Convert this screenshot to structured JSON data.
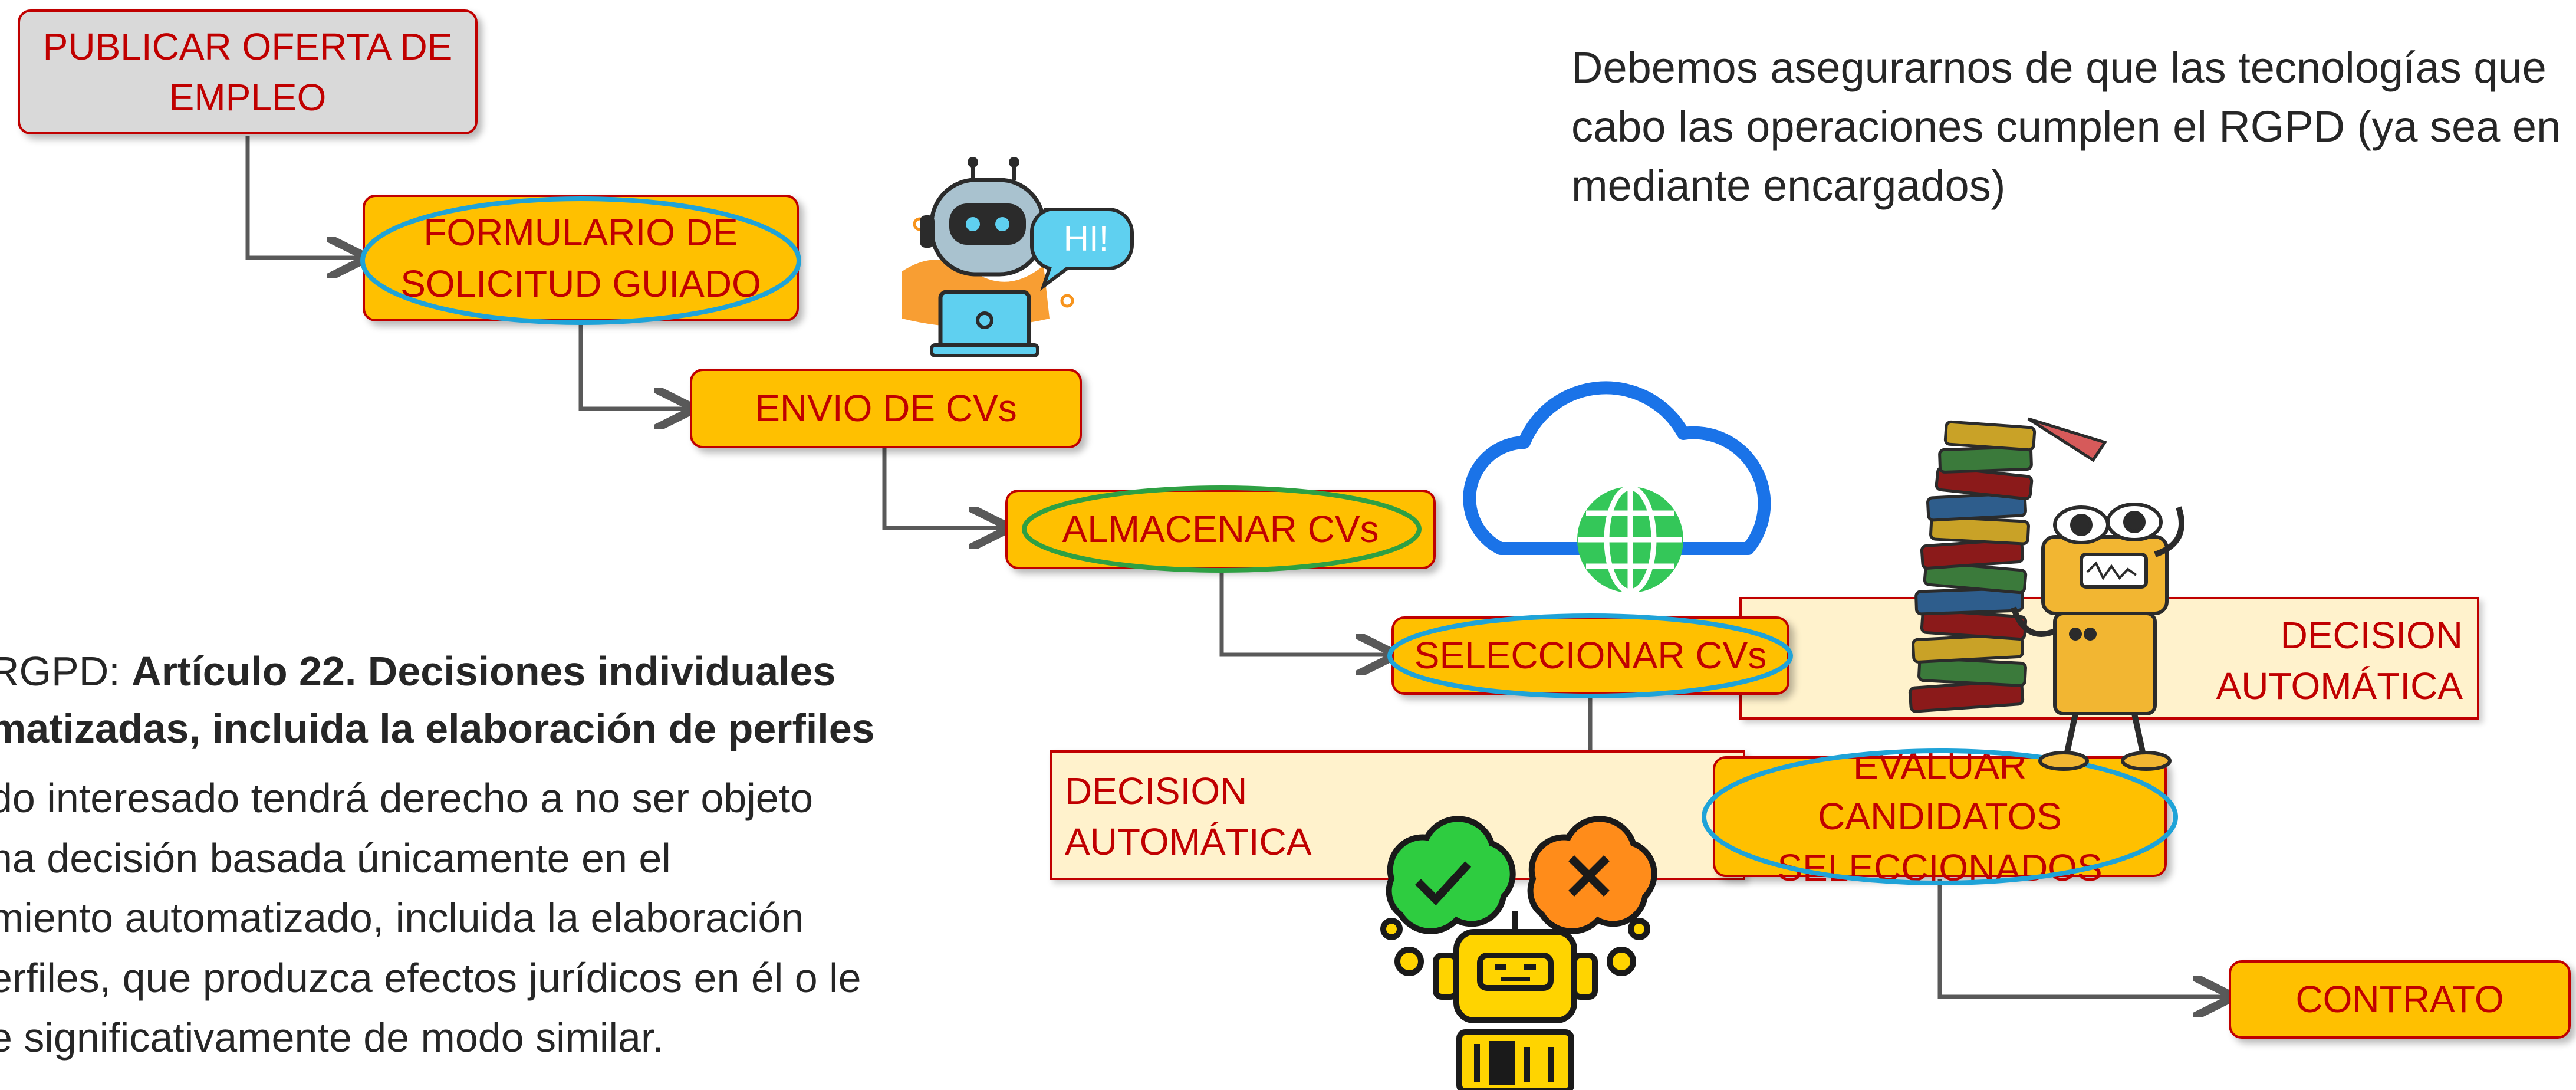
{
  "nodes": {
    "publicar": "PUBLICAR OFERTA DE EMPLEO",
    "formulario": "FORMULARIO DE SOLICITUD GUIADO",
    "envio": "ENVIO DE CVs",
    "almacenar": "ALMACENAR CVs",
    "seleccionar": "SELECCIONAR CVs",
    "evaluar": "EVALUAR CANDIDATOS SELECCIONADOS",
    "contrato": "CONTRATO"
  },
  "panels": {
    "decision_right": "DECISION AUTOMÁTICA",
    "decision_left": "DECISION AUTOMÁTICA"
  },
  "chatbot_bubble": "HI!",
  "top_note": {
    "line1": "Debemos asegurarnos de que las tecnologías que",
    "line2": "cabo las operaciones cumplen el RGPD (ya sea en",
    "line3": "mediante encargados)"
  },
  "article": {
    "title_prefix": "RGPD: ",
    "title_line1": "Artículo 22. Decisiones individuales",
    "title_line2": "matizadas, incluida la elaboración de perfiles",
    "body": [
      "do interesado tendrá derecho a no ser objeto",
      "na decisión basada únicamente en el",
      "miento automatizado, incluida la elaboración",
      "erfiles, que produzca efectos jurídicos en él o le",
      "e significativamente de modo similar."
    ]
  },
  "colors": {
    "node_fill": "#ffc000",
    "node_border": "#c00000",
    "start_fill": "#d9d9d9",
    "panel_fill": "#fff2cc",
    "blue_oval": "#1fa3d8",
    "green_oval": "#2ea043",
    "connector": "#595959"
  },
  "icons": [
    "chatbot-icon",
    "cloud-globe-icon",
    "robot-books-icon",
    "robot-decision-icon"
  ]
}
